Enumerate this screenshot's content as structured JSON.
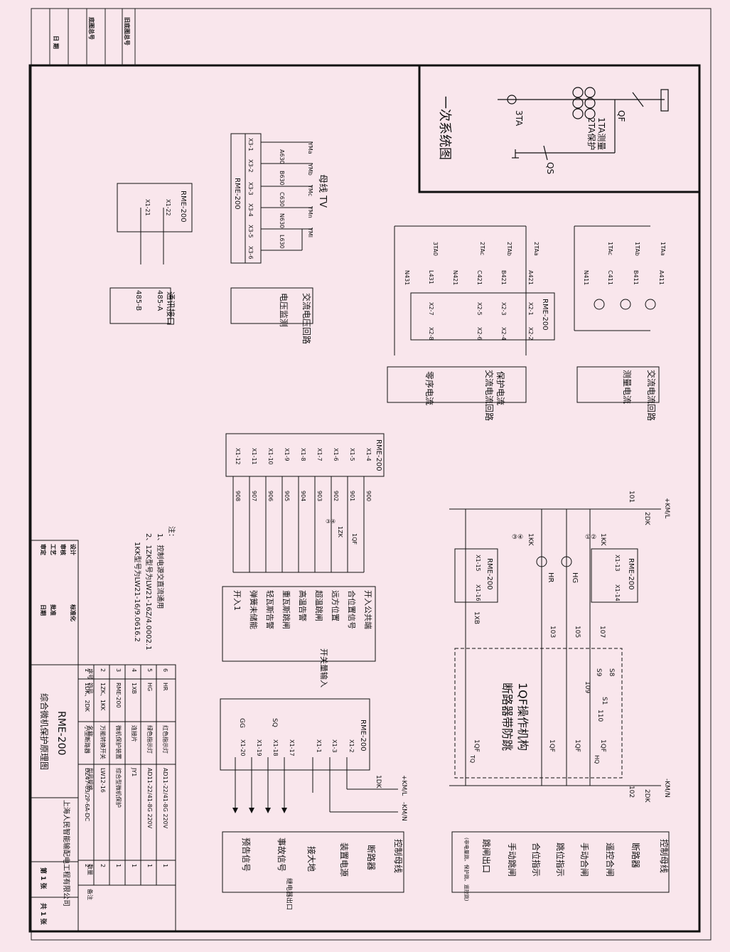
{
  "sheet": {
    "primary_title": "一次系统图",
    "company": "上海人民智能输配电工程有限公司",
    "drawing_title": "综合微机保护原理图",
    "model": "RME-200",
    "sheet_no": "第 1 张",
    "sheet_total": "共 1 张",
    "stamp_rows": [
      "旧底图总号",
      "底图总号",
      "日 期"
    ],
    "sign_rows": [
      "设计",
      "审核",
      "工艺",
      "审定"
    ],
    "sign_right": [
      "标准化",
      "批准",
      "日期"
    ]
  },
  "notes": {
    "title": "注：",
    "lines": [
      "1、控制电源交直流通用",
      "2、1ZK型号为LW21-16Z/4.0002.1",
      "1KK型号为LW21-16/9.0616.2"
    ]
  },
  "primary": {
    "labels": [
      "QF",
      "1TA测量",
      "2TA保护",
      "3TA",
      "QS"
    ]
  },
  "tv_circuit": {
    "device": "RME-200",
    "title": "母线 TV",
    "terminals": [
      "X3-1",
      "X3-2",
      "X3-3",
      "X3-4",
      "X3-5",
      "X3-6"
    ],
    "wires": [
      "A630",
      "B630",
      "C630",
      "N630",
      "L630"
    ],
    "fuses": [
      "YMa",
      "YMb",
      "YMc",
      "YMn",
      "YMl"
    ],
    "caption": [
      "交流电压回路",
      "电压监测"
    ]
  },
  "comm": {
    "device": "RME-200",
    "terminals": [
      "X1-22",
      "X1-21"
    ],
    "ports": [
      "485-A",
      "485-B"
    ],
    "caption": "通讯接口"
  },
  "protection_ct": {
    "device": "RME-200",
    "cts": [
      "3TA0",
      "2TAc",
      "2TAb",
      "2TAa"
    ],
    "wires": [
      "N431",
      "L431",
      "N421",
      "C421",
      "B421",
      "A421"
    ],
    "terminals": [
      "X2-7",
      "X2-8",
      "X2-5",
      "X2-6",
      "X2-3",
      "X2-4",
      "X2-1",
      "X2-2"
    ],
    "caption": [
      "交流电流回路",
      "零序电流",
      "保护电流"
    ]
  },
  "measure_ct": {
    "cts": [
      "1TAc",
      "1TAb",
      "1TAa"
    ],
    "wires": [
      "N411",
      "C411",
      "B411",
      "A411"
    ],
    "caption": [
      "交流电流回路",
      "测量电流"
    ]
  },
  "binary_inputs": {
    "device": "RME-200",
    "terminals": [
      "X1-4",
      "X1-5",
      "X1-6",
      "X1-7",
      "X1-8",
      "X1-9",
      "X1-10",
      "X1-11",
      "X1-12"
    ],
    "wires": [
      "900",
      "901",
      "902",
      "903",
      "904",
      "905",
      "906",
      "907",
      "908"
    ],
    "switch": "1ZK",
    "switch_contacts": "③④",
    "breaker": "1QF",
    "caption": "开关量输入",
    "items": [
      "开入公共端",
      "合位置信号",
      "远方位置",
      "超温跳闸",
      "高温告警",
      "重瓦斯跳闸",
      "轻瓦斯告警",
      "弹簧未储能",
      "开入1"
    ]
  },
  "control": {
    "plus": "+KM/L",
    "minus": "-KM/N",
    "dk": "2DK",
    "wires": [
      "101",
      "103",
      "105",
      "107",
      "109",
      "110",
      "102"
    ],
    "kk1": "1KK",
    "kk1_contacts": "①②",
    "kk2": "1KK",
    "kk2_contacts": "③④",
    "lamps": [
      "HR",
      "HG"
    ],
    "device": "RME-200",
    "terminals": [
      "X1-13",
      "X1-14",
      "X1-15",
      "X1-16"
    ],
    "xb": "1XB",
    "mechanism": [
      "1QF操作机构",
      "断路器带防跳"
    ],
    "switches": [
      "S8",
      "S9",
      "S1"
    ],
    "qf_labels": [
      "1QF",
      "1QF",
      "1QF",
      "1QF"
    ],
    "coils": [
      "TQ",
      "HQ"
    ],
    "caption": [
      "控制母线",
      "断路器",
      "遥控合闸",
      "手动合闸",
      "跳位指示",
      "合位指示",
      "手动跳闸",
      "跳闸出口"
    ],
    "caption_small": "(非电量跳、保护跳、遥控跳)"
  },
  "power": {
    "device": "RME-200",
    "terminals": [
      "X1-1",
      "X1-3",
      "X1-2",
      "X1-17",
      "X1-18",
      "X1-19",
      "X1-20"
    ],
    "plus": "+KM/L",
    "minus": "-KM/N",
    "dk": "1DK",
    "relays": [
      "SQ",
      "GG"
    ],
    "caption": [
      "控制母线",
      "断路器",
      "装置电源",
      "接大地",
      "事故信号",
      "预告信号"
    ],
    "caption_group": "继电器出口"
  },
  "bom": {
    "headers": [
      "序号",
      "符号",
      "名称",
      "型号规格",
      "数量",
      "备注"
    ],
    "rows": [
      [
        "6",
        "HR",
        "红色指示灯",
        "AD11-22/41-8G 220V",
        "1",
        ""
      ],
      [
        "5",
        "HG",
        "绿色指示灯",
        "AD11-22/41-8G 220V",
        "1",
        ""
      ],
      [
        "4",
        "1XB",
        "连接片",
        "JY1",
        "1",
        ""
      ],
      [
        "3",
        "RME-200",
        "微机保护装置",
        "综合型微机保护",
        "1",
        ""
      ],
      [
        "2",
        "1ZK、1KK",
        "万能转换开关",
        "LW12-16",
        "2",
        ""
      ],
      [
        "1",
        "1DK、2DK",
        "小型断路器",
        "DZ47-63/2P-6A-DC",
        "2",
        ""
      ]
    ]
  }
}
